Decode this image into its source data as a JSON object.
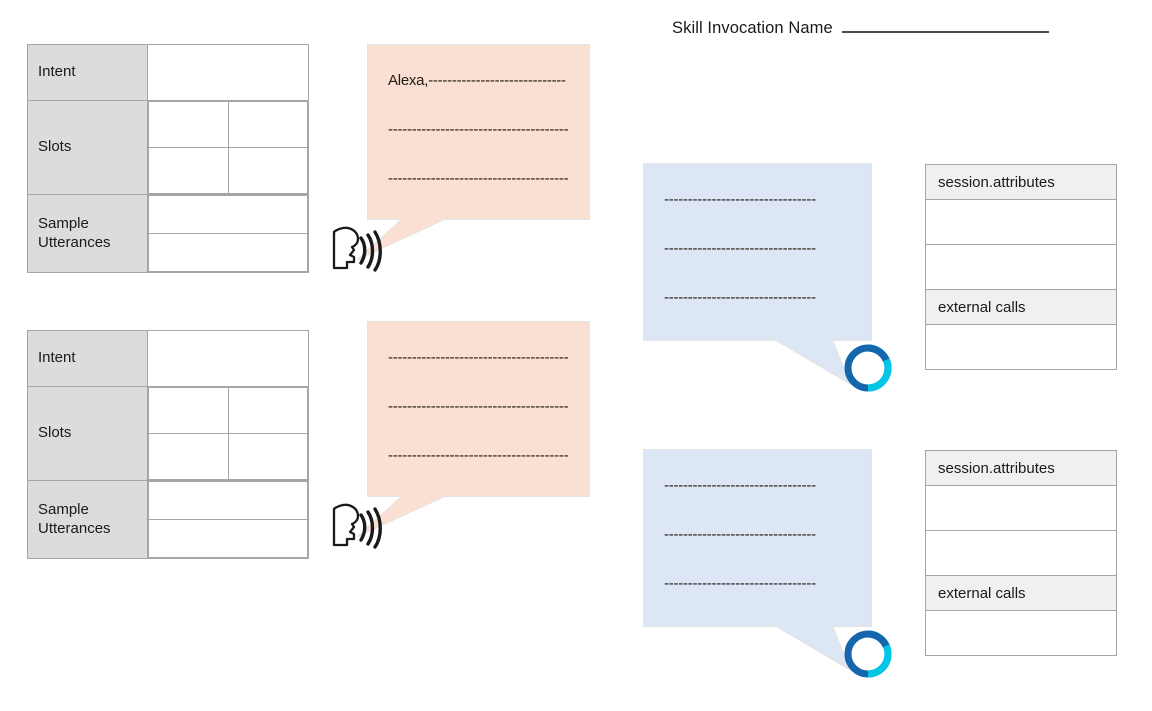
{
  "header": {
    "label": "Skill Invocation Name",
    "blank_line": ""
  },
  "colors": {
    "user_bubble": "#fae0d2",
    "alexa_bubble": "#dce6f4",
    "label_cell": "#dcdcdc",
    "shaded_cell": "#f0f0f0",
    "border": "#a6a6a6",
    "alexa_ring_dark": "#1666ad",
    "alexa_ring_cyan": "#00c7e6"
  },
  "intent_tables": [
    {
      "rows": [
        {
          "label": "Intent",
          "type": "single"
        },
        {
          "label": "Slots",
          "type": "grid2x2"
        },
        {
          "label": "Sample\nUtterances",
          "type": "stack2"
        }
      ]
    },
    {
      "rows": [
        {
          "label": "Intent",
          "type": "single"
        },
        {
          "label": "Slots",
          "type": "grid2x2"
        },
        {
          "label": "Sample\nUtterances",
          "type": "stack2"
        }
      ]
    }
  ],
  "user_bubbles": [
    {
      "icon": "speaking-head-icon",
      "lines": [
        "Alexa,-----------------------------",
        "--------------------------------------",
        "--------------------------------------"
      ]
    },
    {
      "icon": "speaking-head-icon",
      "lines": [
        "--------------------------------------",
        "--------------------------------------",
        "--------------------------------------"
      ]
    }
  ],
  "alexa_bubbles": [
    {
      "icon": "alexa-ring-icon",
      "lines": [
        "--------------------------------",
        "--------------------------------",
        "--------------------------------"
      ]
    },
    {
      "icon": "alexa-ring-icon",
      "lines": [
        "--------------------------------",
        "--------------------------------",
        "--------------------------------"
      ]
    }
  ],
  "session_tables": [
    {
      "rows": [
        {
          "text": "session.attributes",
          "shaded": true
        },
        {
          "text": "",
          "shaded": false
        },
        {
          "text": "",
          "shaded": false
        },
        {
          "text": "external calls",
          "shaded": true
        },
        {
          "text": "",
          "shaded": false
        }
      ]
    },
    {
      "rows": [
        {
          "text": "session.attributes",
          "shaded": true
        },
        {
          "text": "",
          "shaded": false
        },
        {
          "text": "",
          "shaded": false
        },
        {
          "text": "external calls",
          "shaded": true
        },
        {
          "text": "",
          "shaded": false
        }
      ]
    }
  ]
}
